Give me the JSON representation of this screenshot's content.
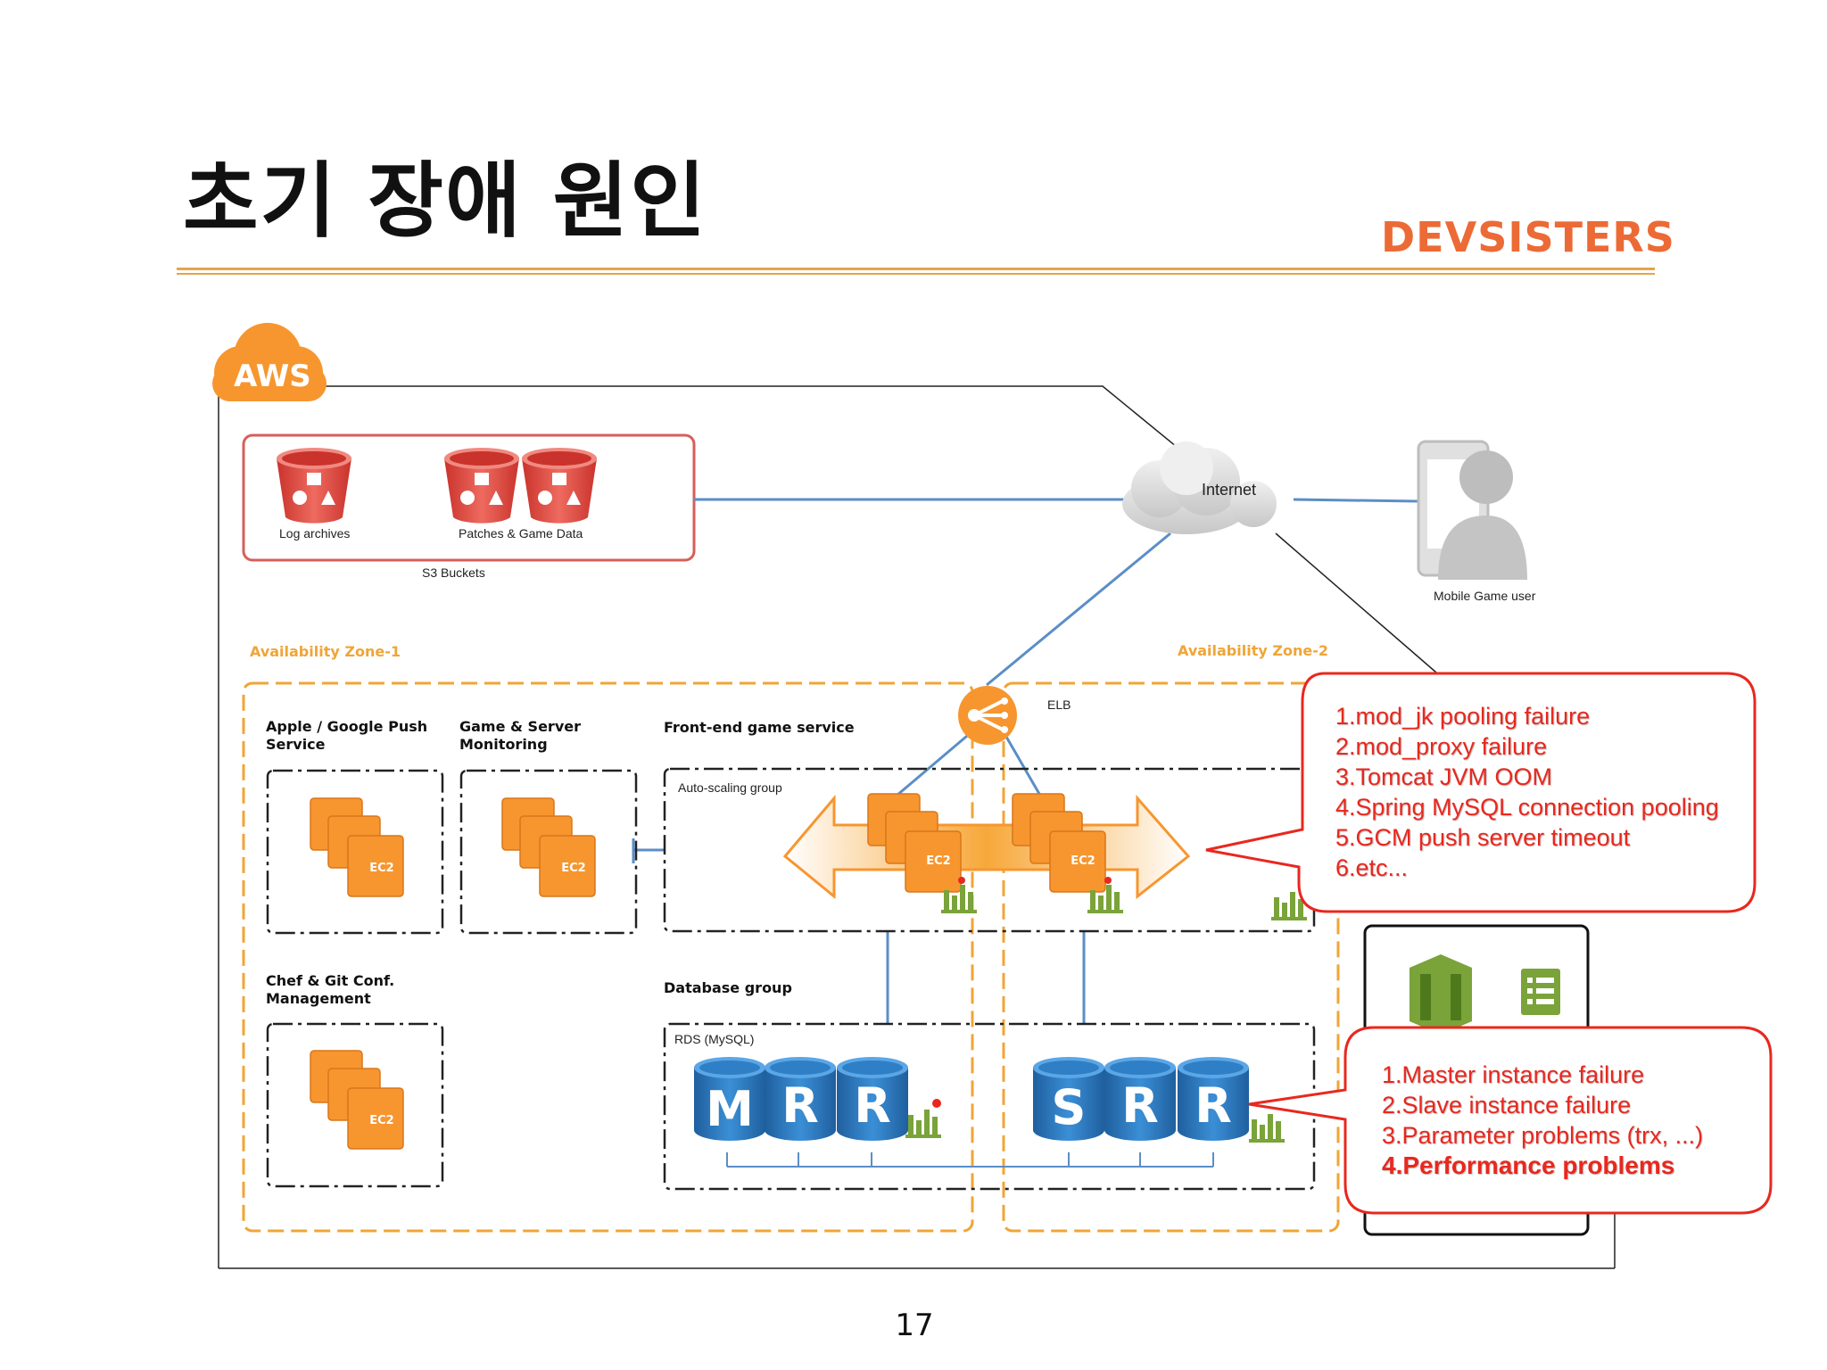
{
  "slide": {
    "title": "초기 장애 원인",
    "brand": "DEVSISTERS",
    "page_number": "17"
  },
  "diagram": {
    "cloud_badge": "AWS",
    "s3": {
      "log_archives": "Log archives",
      "patches": "Patches & Game Data",
      "group_label": "S3 Buckets"
    },
    "internet": "Internet",
    "mobile_user": "Mobile Game user",
    "zone1": "Availability Zone-1",
    "zone2": "Availability Zone-2",
    "elb": "ELB",
    "push_service": "Apple / Google Push Service",
    "monitoring": "Game & Server Monitoring",
    "frontend": "Front-end game service",
    "autoscaling": "Auto-scaling group",
    "chef": "Chef & Git Conf. Management",
    "database_group": "Database group",
    "rds": "RDS (MySQL)",
    "ec2": "EC2",
    "db_master": "M",
    "db_replica": "R",
    "db_standby": "S"
  },
  "callout_app": {
    "items": [
      "1.mod_jk pooling failure",
      "2.mod_proxy failure",
      "3.Tomcat JVM OOM",
      "4.Spring MySQL connection pooling",
      "5.GCM push server timeout",
      "6.etc..."
    ]
  },
  "callout_db": {
    "items": [
      "1.Master instance failure",
      "2.Slave instance failure",
      "3.Parameter problems (trx, ...)"
    ],
    "emphasis": "4.Performance problems"
  },
  "colors": {
    "accent_orange": "#f7962f",
    "zone_orange": "#f0a536",
    "s3_red": "#e5534b",
    "db_blue": "#2f7fc6",
    "callout_red": "#e8281e",
    "link_blue": "#5b8ec7",
    "cloudwatch_green": "#7aa33a"
  },
  "icons": [
    "aws-cloud-icon",
    "s3-bucket-icon",
    "internet-cloud-icon",
    "mobile-user-icon",
    "elb-icon",
    "ec2-icon",
    "rds-db-icon",
    "cloudwatch-icon",
    "opsworks-icon",
    "checklist-icon"
  ]
}
